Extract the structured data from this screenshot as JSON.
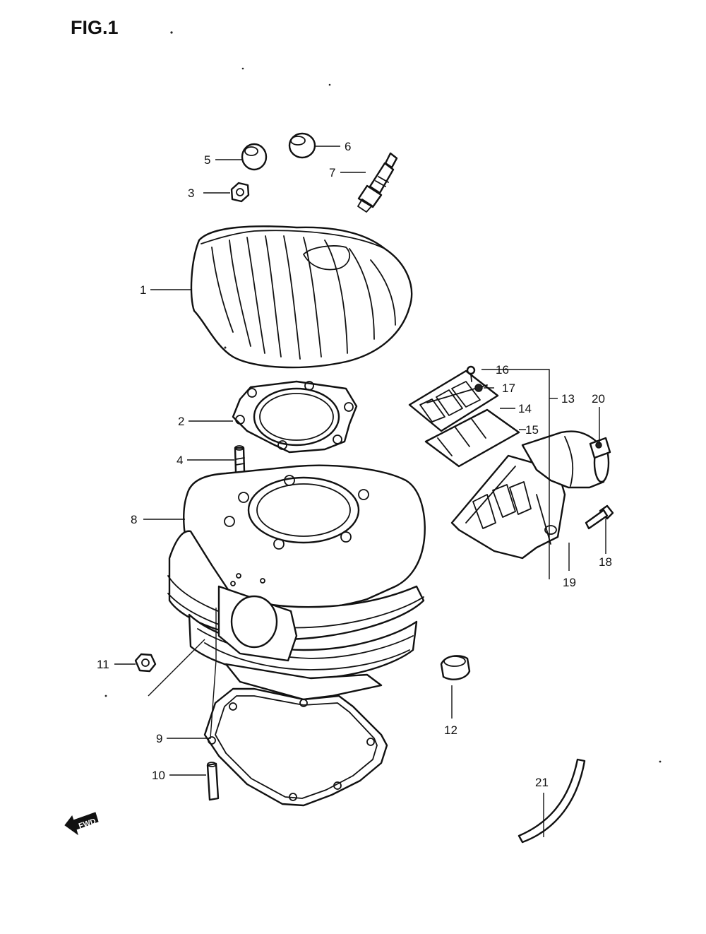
{
  "title": "FIG.1",
  "direction_arrow_text": "FWD",
  "callouts": [
    "1",
    "2",
    "3",
    "4",
    "5",
    "6",
    "7",
    "8",
    "9",
    "10",
    "11",
    "12",
    "13",
    "14",
    "15",
    "16",
    "17",
    "18",
    "19",
    "20",
    "21"
  ]
}
